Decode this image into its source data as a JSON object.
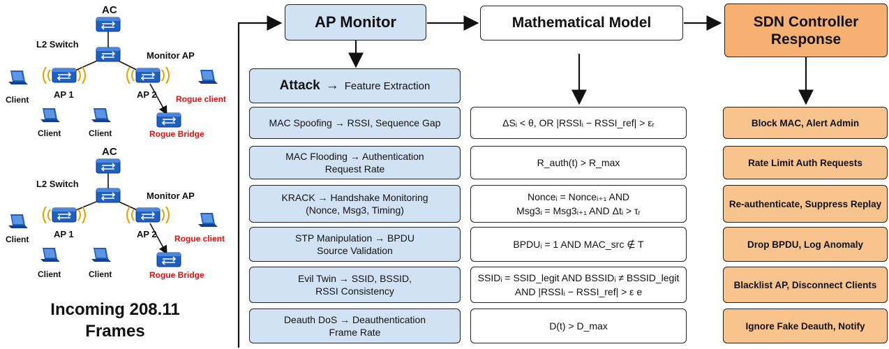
{
  "network_top": {
    "ac": "AC",
    "l2_switch": "L2 Switch",
    "monitor_ap": "Monitor AP",
    "ap1": "AP 1",
    "ap2": "AP 2",
    "client": "Client",
    "rogue_client": "Rogue client",
    "rogue_bridge": "Rogue Bridge"
  },
  "network_bottom": {
    "ac": "AC",
    "l2_switch": "L2 Switch",
    "monitor_ap": "Monitor AP",
    "ap1": "AP 1",
    "ap2": "AP 2",
    "client": "Client",
    "rogue_client": "Rogue client",
    "rogue_bridge": "Rogue Bridge"
  },
  "incoming": {
    "line1": "Incoming 208.11",
    "line2": "Frames"
  },
  "headers": {
    "ap_monitor": "AP Monitor",
    "math_model": "Mathematical Model",
    "sdn_line1": "SDN Controller",
    "sdn_line2": "Response"
  },
  "attack_header": {
    "attack": "Attack",
    "arrow": "→",
    "feature": "Feature Extraction"
  },
  "rows": [
    {
      "feature_line1": "MAC Spoofing → RSSI, Sequence Gap",
      "feature_line2": "",
      "model_line1": "ΔSᵢ < θ, OR |RSSIᵢ − RSSI_ref| > εᵣ",
      "model_line2": "",
      "response": "Block MAC, Alert Admin"
    },
    {
      "feature_line1": "MAC Flooding → Authentication",
      "feature_line2": "Request Rate",
      "model_line1": "R_auth(t) > R_max",
      "model_line2": "",
      "response": "Rate Limit Auth Requests"
    },
    {
      "feature_line1": "KRACK → Handshake Monitoring",
      "feature_line2": "(Nonce, Msg3, Timing)",
      "model_line1": "Nonceᵢ = Nonceᵢ₊₁ AND",
      "model_line2": "Msg3ᵢ = Msg3ᵢ₊₁ AND Δtᵢ > τᵣ",
      "response": "Re-authenticate, Suppress Replay"
    },
    {
      "feature_line1": "STP Manipulation → BPDU",
      "feature_line2": "Source Validation",
      "model_line1": "BPDUᵢ = 1 AND MAC_src ∉ T",
      "model_line2": "",
      "response": "Drop BPDU, Log Anomaly"
    },
    {
      "feature_line1": "Evil Twin → SSID, BSSID,",
      "feature_line2": "RSSI Consistency",
      "model_line1": "SSIDᵢ = SSID_legit AND BSSIDᵢ ≠ BSSID_legit",
      "model_line2": "AND |RSSIᵢ − RSSI_ref| > ε e",
      "response": "Blacklist AP, Disconnect Clients"
    },
    {
      "feature_line1": "Deauth DoS → Deauthentication",
      "feature_line2": "Frame Rate",
      "model_line1": "D(t) > D_max",
      "model_line2": "",
      "response": "Ignore Fake Deauth, Notify"
    }
  ],
  "colors": {
    "blue_fill": "#d2e2f5",
    "orange_fill": "#f8c38c",
    "orange_header": "#f6b072",
    "device_blue": "#1f5fbf",
    "rogue_red": "#e01010",
    "wifi_arc": "#e2a100"
  }
}
